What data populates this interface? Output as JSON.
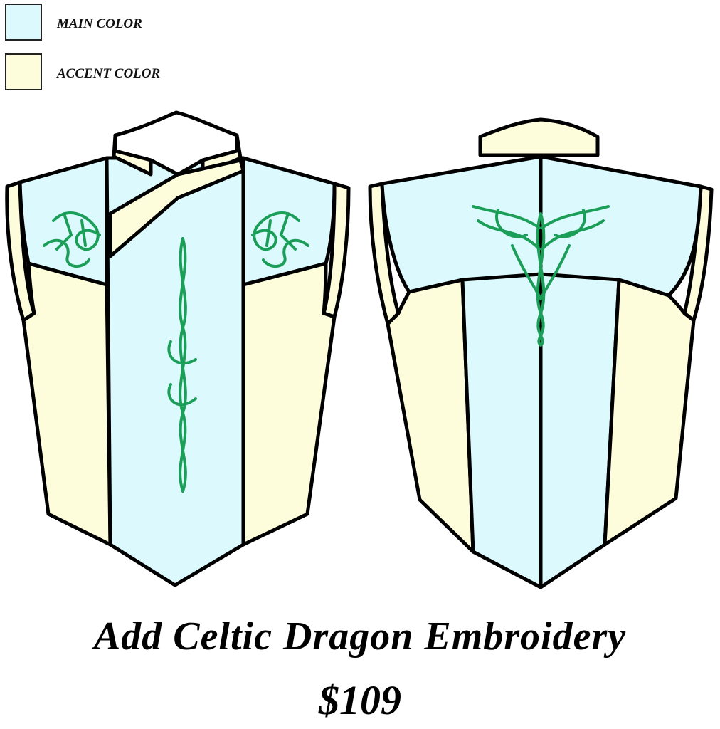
{
  "legend": {
    "main_label": "MAIN COLOR",
    "accent_label": "ACCENT COLOR",
    "main_color": "#dcfafd",
    "accent_color": "#fdfddc"
  },
  "embroidery_color": "#1a9e58",
  "outline_color": "#000000",
  "caption": {
    "title": "Add Celtic Dragon Embroidery",
    "price": "$109"
  }
}
